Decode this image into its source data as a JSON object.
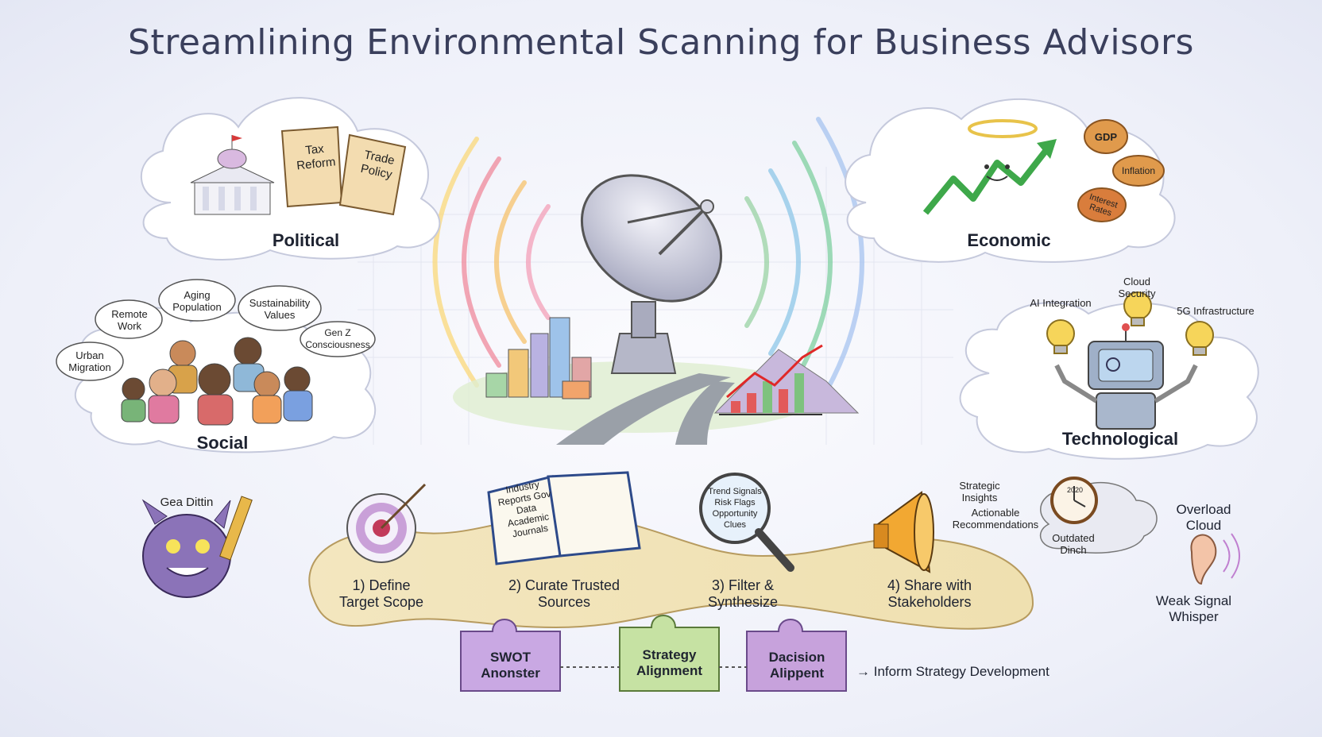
{
  "title": "Streamlining Environmental Scanning for Business Advisors",
  "pest": {
    "political": {
      "label": "Political",
      "scroll_1": "Tax Reform",
      "scroll_2": "Trade Policy"
    },
    "economic": {
      "label": "Economic",
      "coins": [
        "GDP",
        "Inflation",
        "Interest Rates"
      ]
    },
    "social": {
      "label": "Social",
      "bubbles": [
        "Remote Work",
        "Aging Population",
        "Sustainability Values",
        "Gen Z Consciousness",
        "Urban Migration"
      ]
    },
    "technological": {
      "label": "Technological",
      "bulbs": [
        "AI Integration",
        "Cloud Security",
        "5G Infrastructure"
      ]
    }
  },
  "steps": [
    {
      "label": "1) Define Target Scope"
    },
    {
      "label": "2) Curate Trusted Sources",
      "book_text": "Industry Reports Gov Data Academic Journals"
    },
    {
      "label": "3) Filter & Synthesize",
      "lens_text": "Trend Signals Risk Flags Opportunity Clues"
    },
    {
      "label": "4) Share with Stakeholders",
      "notes": [
        "Strategic Insights",
        "Actionable Recommendations"
      ]
    }
  ],
  "obstacles": {
    "monster": "Gea Dittin",
    "overload_cloud": "Overload Cloud",
    "outdated": "Outdated Dinch",
    "clock_year": "2020",
    "weak_signal": "Weak Signal Whisper"
  },
  "puzzles": [
    {
      "label": "SWOT Anonster",
      "color": "#c9a8e3"
    },
    {
      "label": "Strategy Alignment",
      "color": "#c6e2a3"
    },
    {
      "label": "Dacision Alippent",
      "color": "#c7a2dc"
    }
  ],
  "outcome": "→ Inform Strategy Development",
  "colors": {
    "accent": "#3a3f5c",
    "cloud": "#ffffff",
    "path": "#f1e2b4",
    "target": "#c23a5a"
  }
}
